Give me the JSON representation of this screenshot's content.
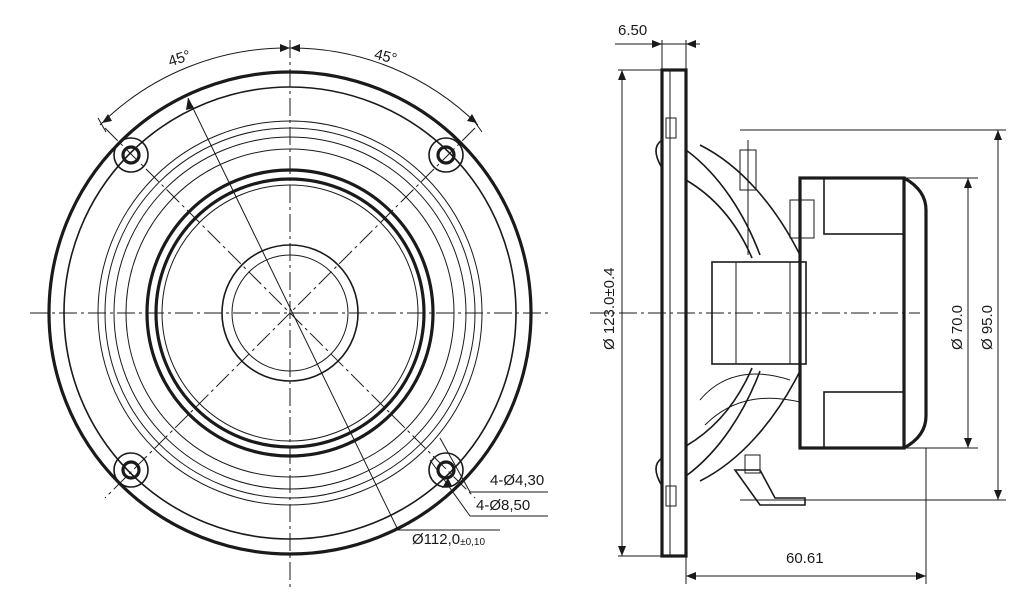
{
  "front_view": {
    "angle_left": "45°",
    "angle_right": "45°",
    "hole_count_small": "4-Ø4,30",
    "hole_count_large": "4-Ø8,50",
    "bolt_circle_main": "Ø112,0",
    "bolt_circle_tol": "±0,10"
  },
  "side_view": {
    "flange_thickness": "6.50",
    "overall_diameter": "Ø 123.0±0.4",
    "magnet_diameter": "Ø 70.0",
    "basket_diameter": "Ø 95.0",
    "depth": "60.61"
  }
}
